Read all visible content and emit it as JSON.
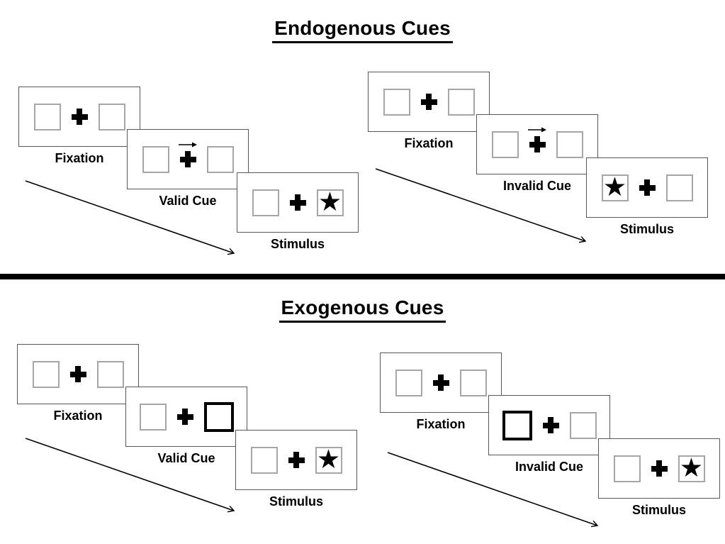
{
  "glyphs": {
    "star": "★"
  },
  "colors": {
    "ink": "#000000",
    "panel_border": "#595959",
    "box_border": "#a6a6a6",
    "background": "#ffffff"
  },
  "sections": [
    {
      "title": "Endogenous Cues",
      "sequences": [
        {
          "name": "valid-trial",
          "panels": [
            {
              "label": "Fixation",
              "left": "empty",
              "right": "empty",
              "cue": "none"
            },
            {
              "label": "Valid Cue",
              "left": "empty",
              "right": "empty",
              "cue": "right-arrow-above-cross"
            },
            {
              "label": "Stimulus",
              "left": "empty",
              "right": "star",
              "cue": "none"
            }
          ]
        },
        {
          "name": "invalid-trial",
          "panels": [
            {
              "label": "Fixation",
              "left": "empty",
              "right": "empty",
              "cue": "none"
            },
            {
              "label": "Invalid Cue",
              "left": "empty",
              "right": "empty",
              "cue": "right-arrow-above-cross"
            },
            {
              "label": "Stimulus",
              "left": "star",
              "right": "empty",
              "cue": "none"
            }
          ]
        }
      ]
    },
    {
      "title": "Exogenous Cues",
      "sequences": [
        {
          "name": "valid-trial",
          "panels": [
            {
              "label": "Fixation",
              "left": "empty",
              "right": "empty",
              "cue": "none"
            },
            {
              "label": "Valid Cue",
              "left": "empty",
              "right": "thick-box-cue",
              "cue": "peripheral"
            },
            {
              "label": "Stimulus",
              "left": "empty",
              "right": "star",
              "cue": "none"
            }
          ]
        },
        {
          "name": "invalid-trial",
          "panels": [
            {
              "label": "Fixation",
              "left": "empty",
              "right": "empty",
              "cue": "none"
            },
            {
              "label": "Invalid Cue",
              "left": "thick-box-cue",
              "right": "empty",
              "cue": "peripheral"
            },
            {
              "label": "Stimulus",
              "left": "empty",
              "right": "star",
              "cue": "none"
            }
          ]
        }
      ]
    }
  ]
}
